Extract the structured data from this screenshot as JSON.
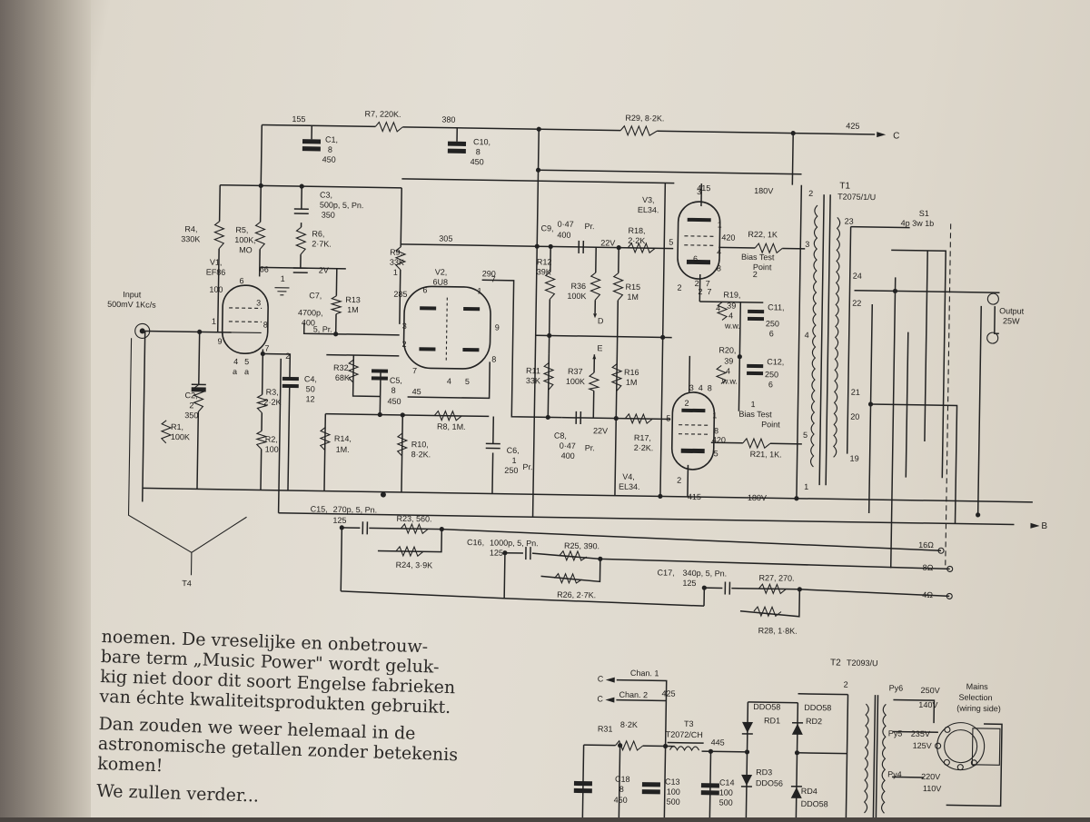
{
  "main_schematic": {
    "node_labels": {
      "n155": "155",
      "n380": "380",
      "n425": "425",
      "out_c": "C",
      "out_b": "B",
      "n305": "305",
      "n285": "285",
      "n290": "290",
      "n66": "66",
      "n2v": "2V",
      "n45": "45",
      "n415_top": "415",
      "n415_bot": "415",
      "n180v_top": "180V",
      "n180v_bot": "180V",
      "n420_top": "420",
      "n420_bot": "420",
      "n22v_top": "22V",
      "n22v_bot": "22V",
      "d_label": "D",
      "e_label": "E",
      "t4": "T4"
    },
    "components": {
      "r7": "R7, 220K.",
      "r29": "R29, 8·2K.",
      "c1": "C1,",
      "c1v": "8",
      "c1w": "450",
      "c10": "C10,",
      "c10v": "8",
      "c10w": "450",
      "c3": "C3,",
      "c3v": "500p, 5, Pn.",
      "c3w": "350",
      "r4": "R4,",
      "r4v": "330K",
      "r5": "R5,",
      "r5v": "100K,",
      "r5w": "MO",
      "r6": "R6,",
      "r6v": "2·7K.",
      "v1": "V1,",
      "v1v": "EF86",
      "v1w": "100",
      "c7": "C7,",
      "c7v": "4700p,",
      "c7w": "400",
      "c7x": "5, Pr.",
      "r13": "R13",
      "r13v": "1M",
      "r9": "R9,",
      "r9v": "33K",
      "r9w": "1",
      "v2": "V2,",
      "v2v": "6U8",
      "input": "Input",
      "input_v": "500mV 1Kc/s",
      "c2": "C2,",
      "c2v": "2",
      "c2w": "350",
      "r1": "R1,",
      "r1v": "100K",
      "r3": "R3,",
      "r3v": "2·2K",
      "r2": "R2,",
      "r2v": "100",
      "c4": "C4,",
      "c4v": "50",
      "c4w": "12",
      "r32": "R32",
      "r32v": "68K",
      "c5": "C5,",
      "c5v": "8",
      "c5w": "450",
      "r8": "R8, 1M.",
      "r14": "R14,",
      "r14v": "1M.",
      "r10": "R10,",
      "r10v": "8·2K.",
      "c6": "C6,",
      "c6v": "1",
      "c6w": "250",
      "c6x": "Pr.",
      "c9": "C9,",
      "c9v": "0·47",
      "c9x": "Pr.",
      "c9w": "400",
      "r18": "R18,",
      "r18v": "2·2K.",
      "v3": "V3,",
      "v3v": "EL34.",
      "r12": "R12",
      "r12v": "39K",
      "r36": "R36",
      "r36v": "100K",
      "r15": "R15",
      "r15v": "1M",
      "r11": "R11",
      "r11v": "33K",
      "r37": "R37",
      "r37v": "100K",
      "r16": "R16",
      "r16v": "1M",
      "c8": "C8,",
      "c8v": "0·47",
      "c8x": "Pr.",
      "c8w": "400",
      "r17": "R17,",
      "r17v": "2·2K.",
      "v4": "V4,",
      "v4v": "EL34.",
      "r22": "R22, 1K",
      "bias_tp": "Bias Test",
      "point": "Point",
      "r19": "R19,",
      "r19v": "39",
      "r19w": "4",
      "r19x": "w.w.",
      "c11": "C11,",
      "c11v": "250",
      "c11w": "6",
      "r20": "R20,",
      "r20v": "39",
      "r20w": "4",
      "r20x": "w.w.",
      "c12": "C12,",
      "c12v": "250",
      "c12w": "6",
      "r21": "R21, 1K.",
      "t1": "T1",
      "t1v": "T2075/1/U",
      "s1": "S1",
      "s1v": "4p 3w 1b",
      "output": "Output",
      "output_w": "25W",
      "c15": "C15,",
      "c15v": "270p, 5, Pn.",
      "c15w": "125",
      "r23": "R23, 560.",
      "r24": "R24, 3·9K",
      "c16": "C16,",
      "c16v": "1000p, 5, Pn.",
      "c16w": "125",
      "r25": "R25, 390.",
      "r26": "R26, 2·7K.",
      "c17": "C17,",
      "c17v": "340p, 5, Pn.",
      "c17w": "125",
      "r27": "R27, 270.",
      "r28": "R28, 1·8K.",
      "tap16": "16Ω",
      "tap8": "8Ω",
      "tap4": "4Ω"
    },
    "pin_numbers": [
      "6",
      "1",
      "9",
      "3",
      "8",
      "4",
      "5",
      "a",
      "a",
      "7",
      "2",
      "1",
      "3",
      "2",
      "6",
      "1",
      "4",
      "5",
      "9",
      "8",
      "7",
      "3",
      "2",
      "6",
      "7",
      "1",
      "8",
      "4",
      "5",
      "3",
      "2",
      "1",
      "2",
      "3",
      "4",
      "5",
      "23",
      "24",
      "22",
      "21",
      "20",
      "19",
      "1",
      "2",
      "1",
      "2",
      "2",
      "7",
      "4",
      "5",
      "8",
      "5",
      "4",
      "8",
      "2",
      "7",
      "3"
    ]
  },
  "power_schematic": {
    "chan1": "Chan. 1",
    "chan2": "Chan. 2",
    "c_label": "C",
    "n425": "425",
    "n445": "445",
    "r31": "R31",
    "r31v": "8·2K",
    "t3": "T3",
    "t3v": "T2072/CH",
    "c18": "C18",
    "c18v": "8",
    "c18w": "450",
    "c13": "C13",
    "c13v": "100",
    "c13w": "500",
    "c14": "C14",
    "c14v": "100",
    "c14w": "500",
    "ddo58_a": "DDO58",
    "rd1": "RD1",
    "ddo58_b": "DDO58",
    "rd2": "RD2",
    "rd3": "RD3",
    "ddo56": "DDO56",
    "rd4": "RD4",
    "ddo58_c": "DDO58",
    "t2": "T2",
    "t2v": "T2093/U",
    "py6": "Py6",
    "py5": "Py5",
    "py4": "Py4",
    "v250": "250V",
    "v140": "140V",
    "v235": "235V",
    "v125": "125V",
    "v220": "220V",
    "v110": "110V",
    "mains": "Mains",
    "selection": "Selection",
    "wiring": "(wiring side)",
    "pin2": "2"
  },
  "prose": {
    "p1_lines": [
      "noemen. De vreselijke en onbetrouw-",
      "bare term „Music Power\" wordt geluk-",
      "kig niet door dit soort Engelse fabrieken",
      "van échte kwaliteitsprodukten gebruikt."
    ],
    "p2_lines": [
      "Dan zouden we weer helemaal in de",
      "astronomische getallen zonder betekenis",
      "komen!"
    ],
    "p3_lines": [
      "We zullen verder..."
    ]
  }
}
